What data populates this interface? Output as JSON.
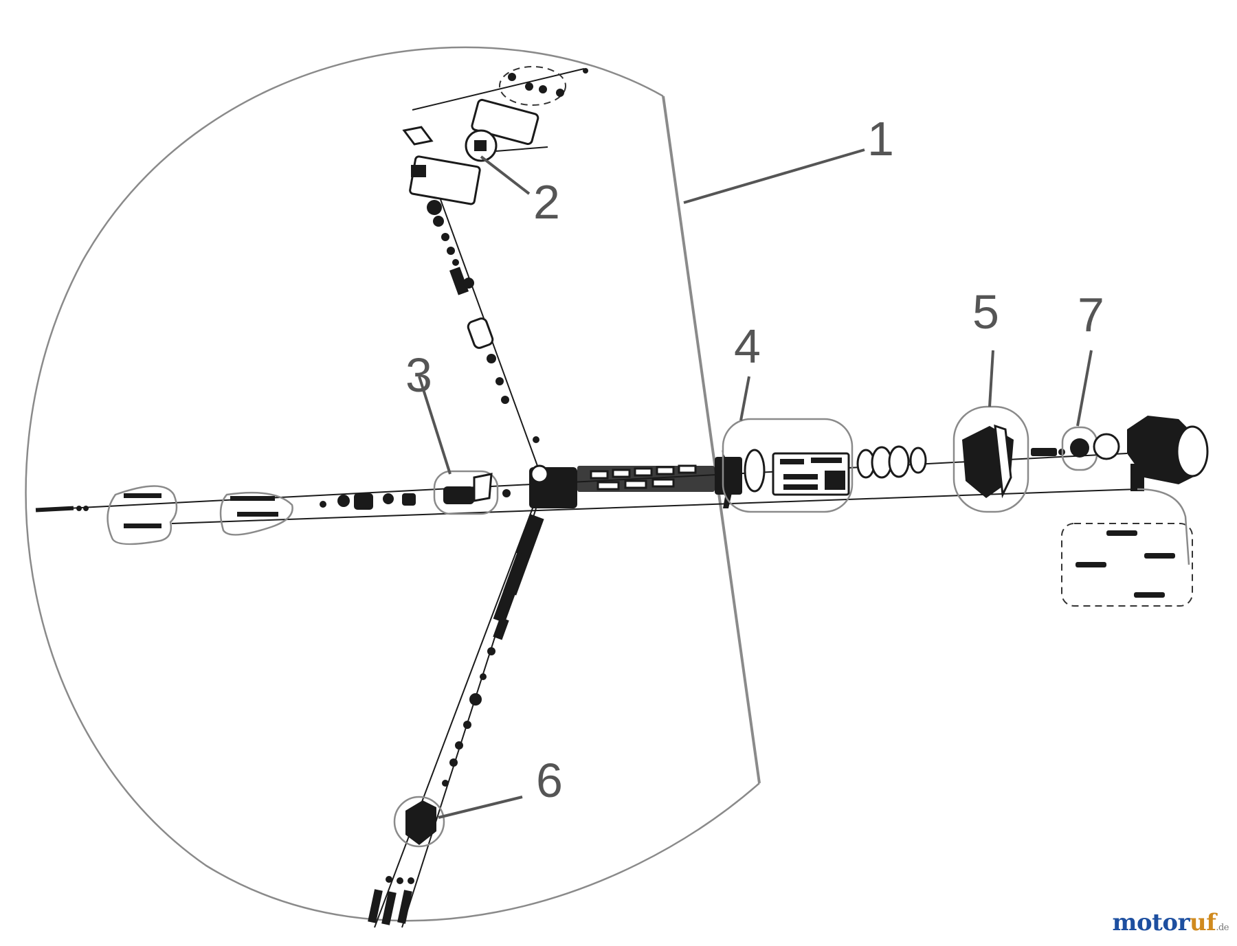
{
  "diagram": {
    "callouts": [
      {
        "label": "1"
      },
      {
        "label": "2"
      },
      {
        "label": "3"
      },
      {
        "label": "4"
      },
      {
        "label": "5"
      },
      {
        "label": "6"
      },
      {
        "label": "7"
      }
    ],
    "colors": {
      "background": "#ffffff",
      "linework": "#1a1a1a",
      "callout_text": "#555555",
      "outline": "#8a8a8a"
    }
  },
  "watermark": {
    "main": "motor",
    "accent": "uf",
    "suffix": ".de",
    "colors": {
      "main": "#1d4fa0",
      "accent": "#d08a1e"
    }
  }
}
